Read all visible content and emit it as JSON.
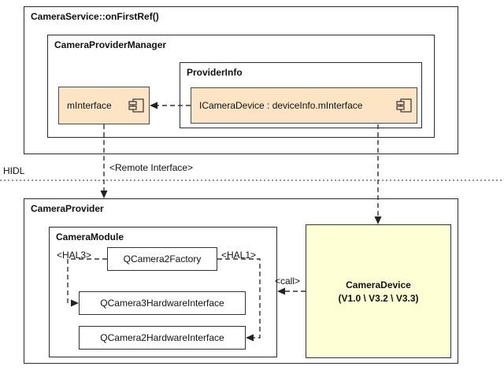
{
  "diagram": {
    "camera_service": {
      "title": "CameraService::onFirstRef()"
    },
    "camera_provider_manager": {
      "title": "CameraProviderManager"
    },
    "provider_info": {
      "title": "ProviderInfo"
    },
    "m_interface": {
      "label": "mInterface"
    },
    "icamera_device": {
      "label": "ICameraDevice : deviceInfo.mInterface"
    },
    "hidl_layer": {
      "label": "HIDL"
    },
    "remote_interface_label": "<Remote Interface>",
    "camera_provider": {
      "title": "CameraProvider"
    },
    "camera_module": {
      "title": "CameraModule"
    },
    "qcamera2_factory": {
      "label": "QCamera2Factory"
    },
    "hal3_label": "<HAL3>",
    "hal1_label": "<HAL1>",
    "qcamera3_hw": {
      "label": "QCamera3HardwareInterface"
    },
    "qcamera2_hw": {
      "label": "QCamera2HardwareInterface"
    },
    "camera_device": {
      "title": "CameraDevice",
      "versions": "(V1.0 \\ V3.2 \\ V3.3)"
    },
    "call_label": "<call>",
    "colors": {
      "component_fill": "#fce4c4",
      "component_border": "#4a4a4a",
      "device_fill": "#feffd4",
      "line_color": "#333333"
    }
  }
}
